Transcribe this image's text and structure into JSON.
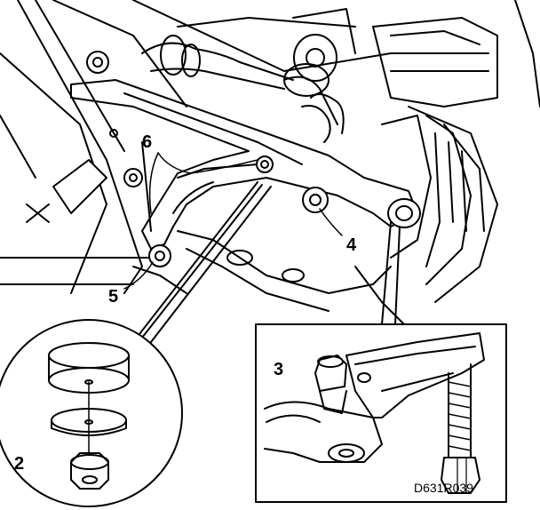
{
  "colors": {
    "ink": "#000000",
    "paper": "#ffffff"
  },
  "callouts": {
    "c2": "2",
    "c3": "3",
    "c4": "4",
    "c5": "5",
    "c6": "6"
  },
  "figure_code": "D631R039"
}
